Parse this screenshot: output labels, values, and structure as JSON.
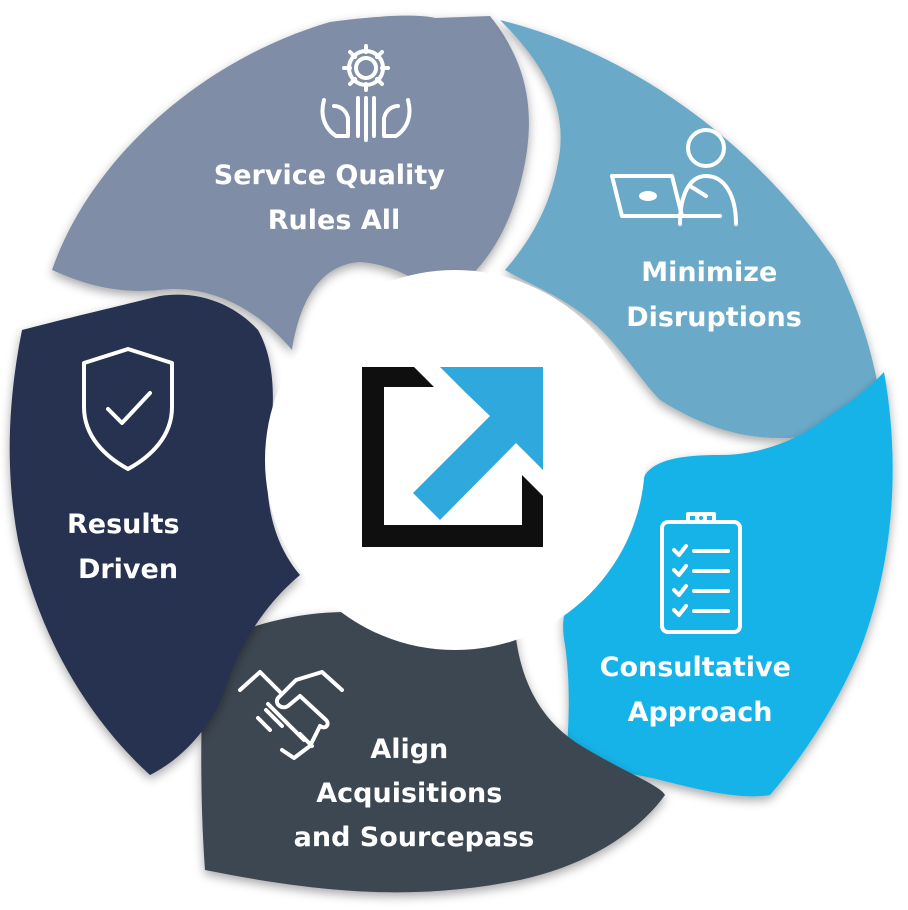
{
  "segments": [
    {
      "id": "service",
      "lines": [
        "Service Quality",
        "Rules All"
      ],
      "icon": "gear-hands-icon",
      "color": "#7f8ea6"
    },
    {
      "id": "minimize",
      "lines": [
        "Minimize",
        "Disruptions"
      ],
      "icon": "person-laptop-icon",
      "color": "#6aaac8"
    },
    {
      "id": "consultative",
      "lines": [
        "Consultative",
        "Approach"
      ],
      "icon": "clipboard-checklist-icon",
      "color": "#16b3e8"
    },
    {
      "id": "align",
      "lines": [
        "Align",
        "Acquisitions",
        "and Sourcepass"
      ],
      "icon": "handshake-icon",
      "color": "#3d4751"
    },
    {
      "id": "results",
      "lines": [
        "Results",
        "Driven"
      ],
      "icon": "shield-check-icon",
      "color": "#26324f"
    }
  ],
  "center_logo": {
    "icon": "sourcepass-logo-icon",
    "colors": {
      "dark": "#0f0f0f",
      "accent": "#2fa8de"
    }
  }
}
